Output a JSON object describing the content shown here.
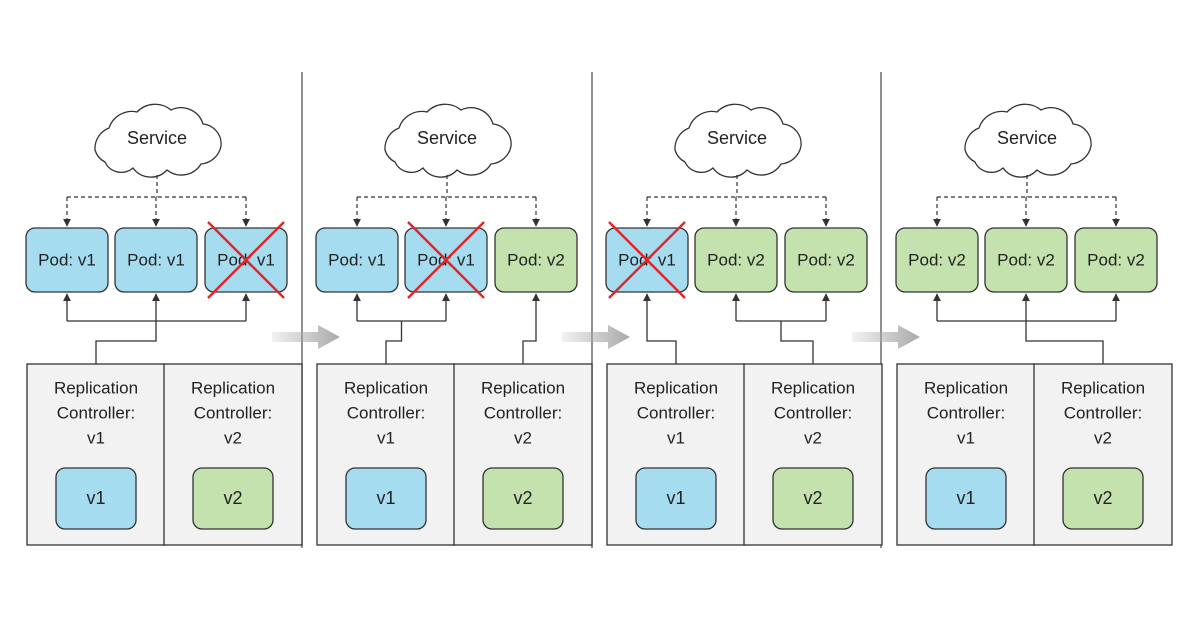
{
  "colors": {
    "v1_fill": "#a6dcf0",
    "v2_fill": "#c4e2ad",
    "box_fill": "#f2f2f2",
    "stroke": "#333333",
    "cross": "#e0262b",
    "arrow": "#a9a9a9"
  },
  "panels": [
    {
      "service": "Service",
      "pods": [
        {
          "label": "Pod: v1",
          "version": "v1",
          "deleted": false
        },
        {
          "label": "Pod: v1",
          "version": "v1",
          "deleted": false
        },
        {
          "label": "Pod: v1",
          "version": "v1",
          "deleted": true
        }
      ],
      "controllers": [
        {
          "lines": [
            "Replication",
            "Controller:",
            "v1"
          ],
          "badge": "v1",
          "version": "v1",
          "manages": [
            0,
            1,
            2
          ]
        },
        {
          "lines": [
            "Replication",
            "Controller:",
            "v2"
          ],
          "badge": "v2",
          "version": "v2",
          "manages": []
        }
      ]
    },
    {
      "service": "Service",
      "pods": [
        {
          "label": "Pod: v1",
          "version": "v1",
          "deleted": false
        },
        {
          "label": "Pod: v1",
          "version": "v1",
          "deleted": true
        },
        {
          "label": "Pod: v2",
          "version": "v2",
          "deleted": false
        }
      ],
      "controllers": [
        {
          "lines": [
            "Replication",
            "Controller:",
            "v1"
          ],
          "badge": "v1",
          "version": "v1",
          "manages": [
            0,
            1
          ]
        },
        {
          "lines": [
            "Replication",
            "Controller:",
            "v2"
          ],
          "badge": "v2",
          "version": "v2",
          "manages": [
            2
          ]
        }
      ]
    },
    {
      "service": "Service",
      "pods": [
        {
          "label": "Pod: v1",
          "version": "v1",
          "deleted": true
        },
        {
          "label": "Pod: v2",
          "version": "v2",
          "deleted": false
        },
        {
          "label": "Pod: v2",
          "version": "v2",
          "deleted": false
        }
      ],
      "controllers": [
        {
          "lines": [
            "Replication",
            "Controller:",
            "v1"
          ],
          "badge": "v1",
          "version": "v1",
          "manages": [
            0
          ]
        },
        {
          "lines": [
            "Replication",
            "Controller:",
            "v2"
          ],
          "badge": "v2",
          "version": "v2",
          "manages": [
            1,
            2
          ]
        }
      ]
    },
    {
      "service": "Service",
      "pods": [
        {
          "label": "Pod: v2",
          "version": "v2",
          "deleted": false
        },
        {
          "label": "Pod: v2",
          "version": "v2",
          "deleted": false
        },
        {
          "label": "Pod: v2",
          "version": "v2",
          "deleted": false
        }
      ],
      "controllers": [
        {
          "lines": [
            "Replication",
            "Controller:",
            "v1"
          ],
          "badge": "v1",
          "version": "v1",
          "manages": []
        },
        {
          "lines": [
            "Replication",
            "Controller:",
            "v2"
          ],
          "badge": "v2",
          "version": "v2",
          "manages": [
            0,
            1,
            2
          ]
        }
      ]
    }
  ]
}
